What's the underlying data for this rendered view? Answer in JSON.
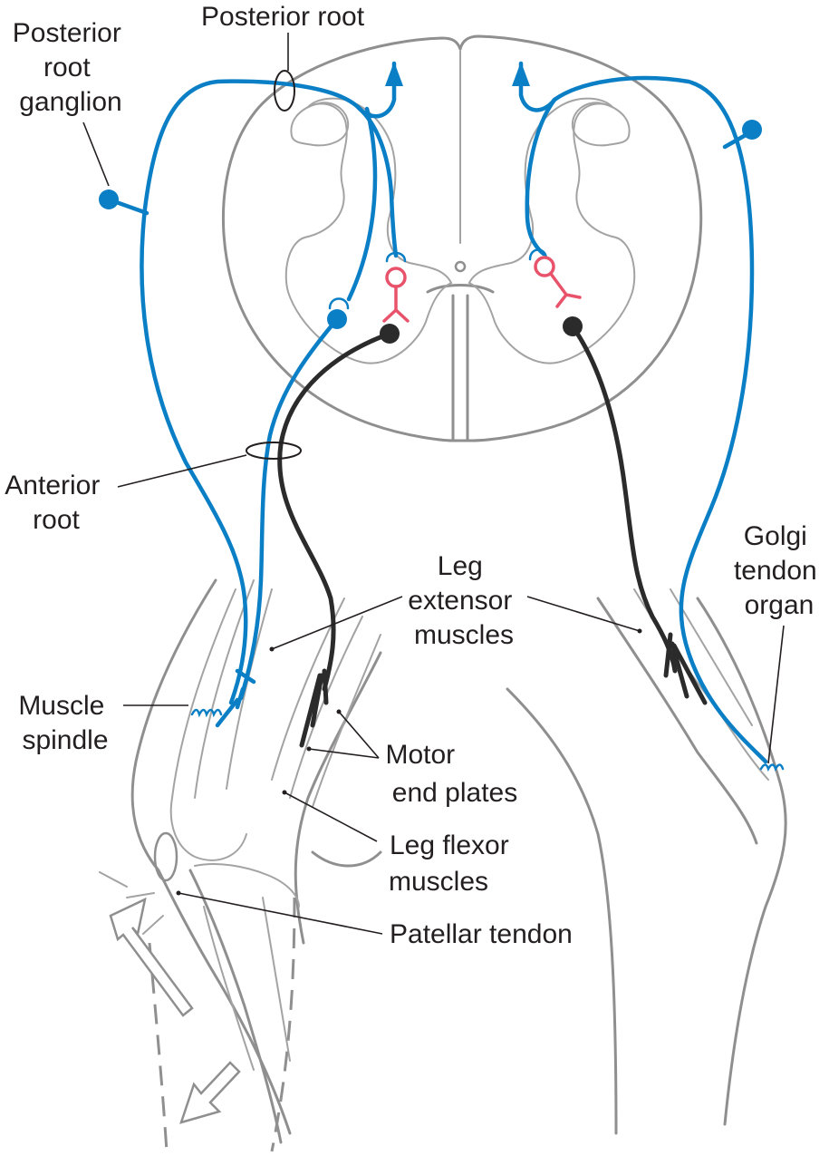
{
  "figure": {
    "labels": {
      "posterior_root": "Posterior root",
      "posterior_root_ganglion": [
        "Posterior",
        "root",
        "ganglion"
      ],
      "anterior_root": [
        "Anterior",
        "root"
      ],
      "leg_extensor_muscles": [
        "Leg",
        "extensor",
        "muscles"
      ],
      "golgi_tendon_organ": [
        "Golgi",
        "tendon",
        "organ"
      ],
      "muscle_spindle": [
        "Muscle",
        "spindle"
      ],
      "motor_end_plates": [
        "Motor",
        "end plates"
      ],
      "leg_flexor_muscles": [
        "Leg flexor",
        "muscles"
      ],
      "patellar_tendon": "Patellar tendon"
    },
    "colors": {
      "sensory_neuron": "#0b7fc5",
      "motor_neuron": "#2b2b2b",
      "interneuron": "#e8536b",
      "anatomy_outline": "#8f8f8f",
      "label_text": "#231f20"
    }
  }
}
